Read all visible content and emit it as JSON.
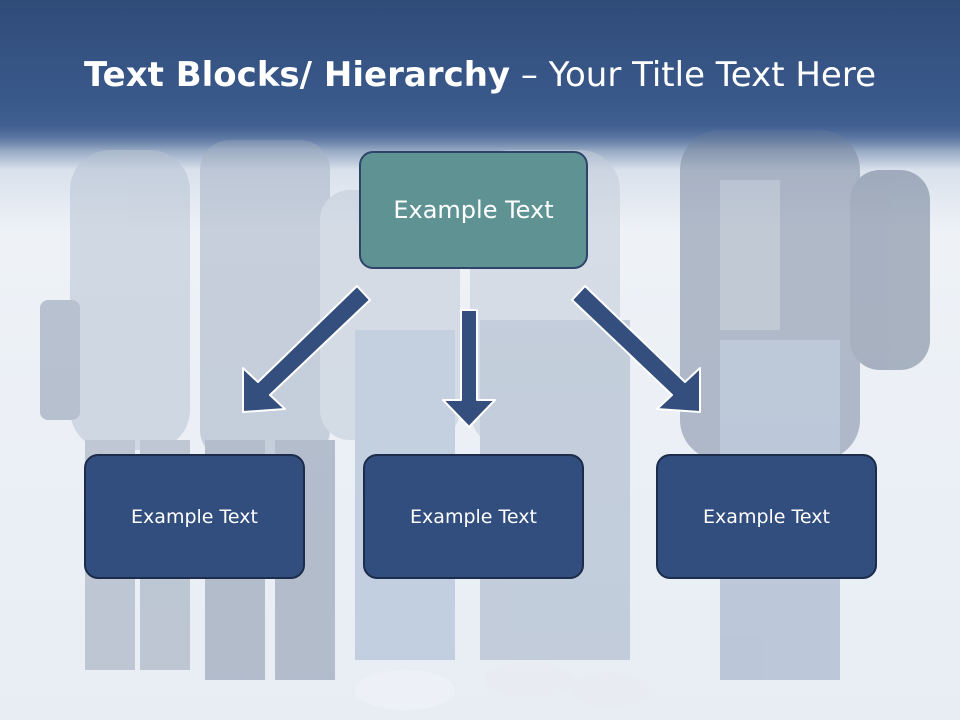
{
  "slide": {
    "title_bold": "Text Blocks/ Hierarchy",
    "title_dash": " – ",
    "title_rest": "Your Title Text Here"
  },
  "hierarchy": {
    "top": {
      "label": "Example Text"
    },
    "children": [
      {
        "label": "Example Text"
      },
      {
        "label": "Example Text"
      },
      {
        "label": "Example Text"
      }
    ]
  },
  "colors": {
    "title_bar": "#3a5a8c",
    "top_box": "#5f9393",
    "child_box": "#324e7e",
    "arrow": "#344f7e"
  }
}
